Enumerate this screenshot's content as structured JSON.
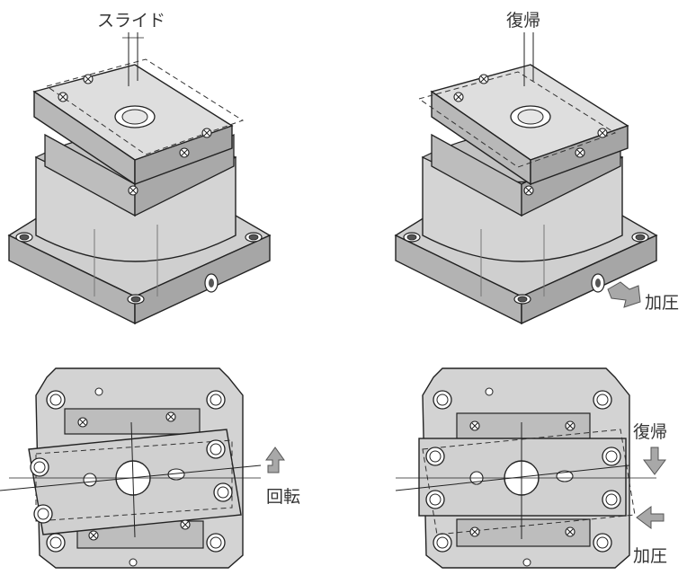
{
  "labels": {
    "slide": "スライド",
    "return_top": "復帰",
    "press_top": "加圧",
    "rotate": "回転",
    "return_bottom": "復帰",
    "press_bottom": "加圧"
  },
  "colors": {
    "body_gray": "#d3d3d3",
    "body_mid": "#bdbdbd",
    "body_dark": "#9a9a9a",
    "table_light": "#dcdcdc",
    "outline": "#222222",
    "arrow_fill": "#a8a8a8"
  },
  "icons": {
    "arrow": "arrow-icon",
    "screw": "screw-icon"
  }
}
